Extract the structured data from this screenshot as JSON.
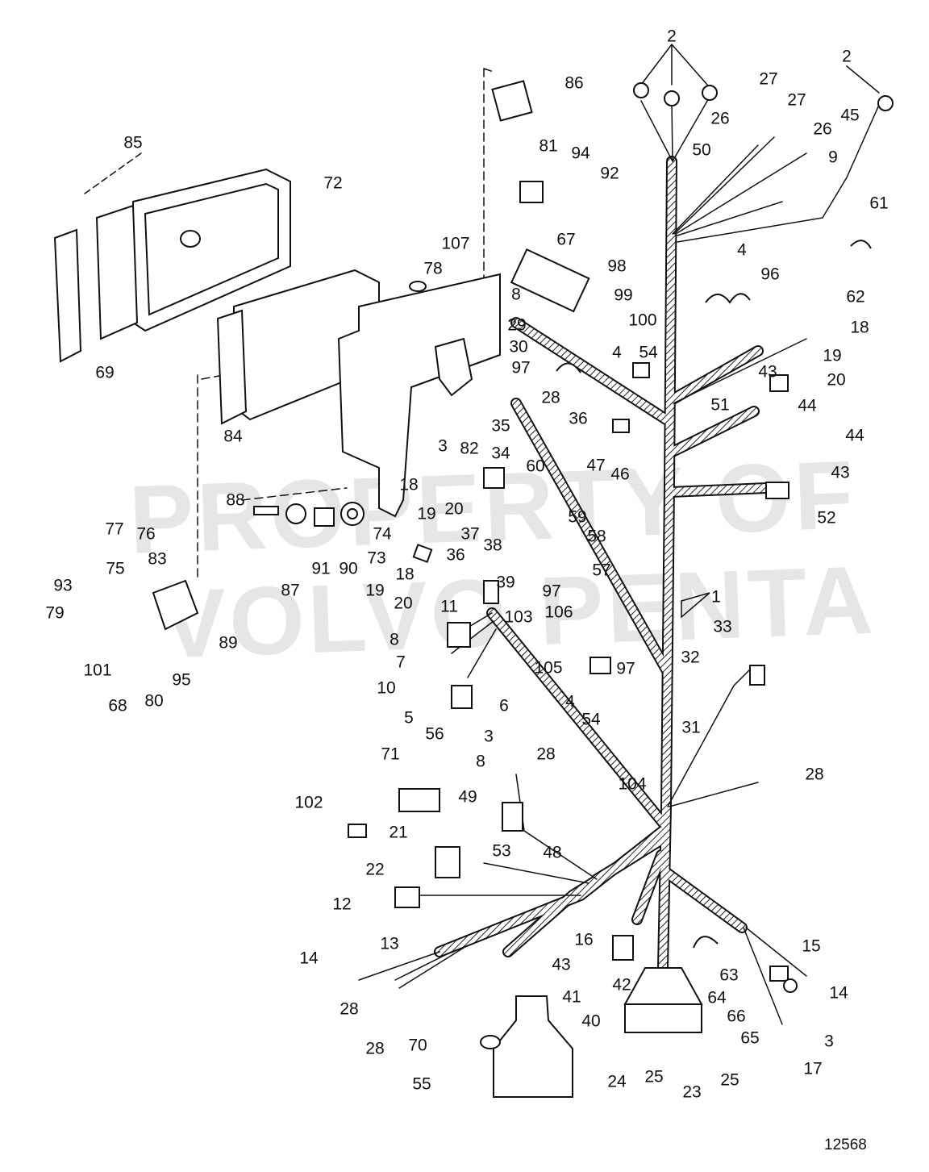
{
  "diagram": {
    "watermark_lines": [
      "PROPERTY OF",
      "VOLVO PENTA"
    ],
    "figure_number": "12568",
    "callouts": [
      "2",
      "2",
      "86",
      "27",
      "27",
      "26",
      "26",
      "45",
      "85",
      "81",
      "94",
      "92",
      "50",
      "9",
      "72",
      "61",
      "67",
      "107",
      "4",
      "98",
      "78",
      "96",
      "62",
      "99",
      "8",
      "100",
      "29",
      "18",
      "30",
      "4",
      "54",
      "19",
      "69",
      "97",
      "43",
      "20",
      "28",
      "36",
      "51",
      "44",
      "35",
      "84",
      "34",
      "82",
      "3",
      "47",
      "46",
      "44",
      "43",
      "60",
      "18",
      "88",
      "19",
      "20",
      "59",
      "52",
      "58",
      "77",
      "76",
      "74",
      "37",
      "83",
      "75",
      "38",
      "87",
      "91",
      "90",
      "73",
      "36",
      "57",
      "18",
      "93",
      "39",
      "97",
      "19",
      "20",
      "1",
      "79",
      "89",
      "11",
      "103",
      "106",
      "33",
      "8",
      "7",
      "32",
      "97",
      "105",
      "10",
      "95",
      "101",
      "6",
      "4",
      "5",
      "54",
      "80",
      "68",
      "56",
      "31",
      "3",
      "28",
      "8",
      "71",
      "104",
      "28",
      "102",
      "49",
      "21",
      "53",
      "48",
      "22",
      "12",
      "13",
      "16",
      "15",
      "14",
      "43",
      "63",
      "14",
      "41",
      "42",
      "64",
      "28",
      "40",
      "66",
      "65",
      "3",
      "70",
      "28",
      "17",
      "24",
      "25",
      "23",
      "25",
      "55"
    ]
  }
}
